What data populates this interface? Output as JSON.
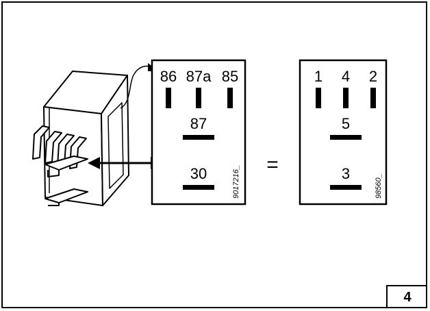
{
  "relay_pinout": {
    "pin_86": "86",
    "pin_87a": "87a",
    "pin_85": "85",
    "pin_87": "87",
    "pin_30": "30",
    "figure_code": "9017216_"
  },
  "numbered_pinout": {
    "pin_1": "1",
    "pin_4": "4",
    "pin_2": "2",
    "pin_5": "5",
    "pin_3": "3",
    "figure_code": "98560_"
  },
  "equals_sign": "=",
  "page_number": "4"
}
